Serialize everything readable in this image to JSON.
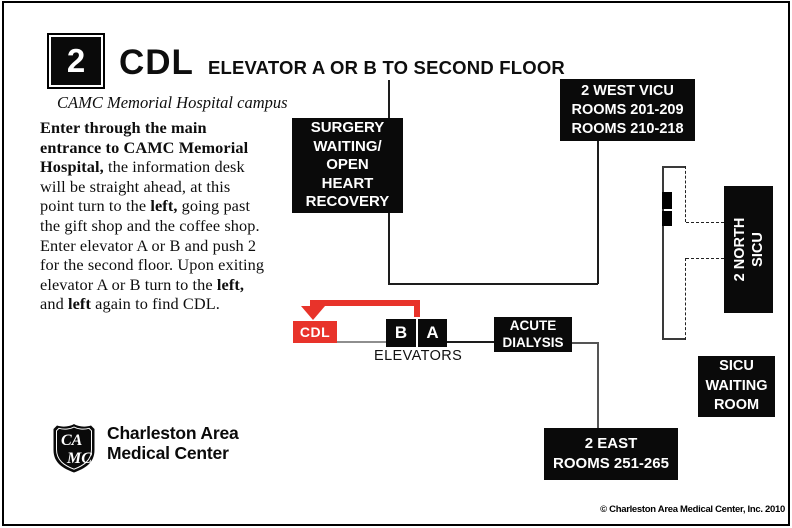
{
  "header": {
    "step_number": "2",
    "title": "CDL",
    "subtitle": "ELEVATOR A OR B TO SECOND FLOOR",
    "campus": "CAMC Memorial Hospital campus"
  },
  "directions": {
    "lines": [
      [
        {
          "t": "Enter through the main",
          "b": true
        }
      ],
      [
        {
          "t": "entrance to CAMC Memorial",
          "b": true
        }
      ],
      [
        {
          "t": "Hospital,",
          "b": true
        },
        {
          "t": " the information desk",
          "b": false
        }
      ],
      [
        {
          "t": "will be straight ahead, at this",
          "b": false
        }
      ],
      [
        {
          "t": "point turn to the ",
          "b": false
        },
        {
          "t": "left,",
          "b": true
        },
        {
          "t": " going past",
          "b": false
        }
      ],
      [
        {
          "t": "the gift shop and the coffee shop.",
          "b": false
        }
      ],
      [
        {
          "t": "Enter elevator A or B and push 2",
          "b": false
        }
      ],
      [
        {
          "t": "for the second floor. Upon exiting",
          "b": false
        }
      ],
      [
        {
          "t": "elevator A or B turn to the ",
          "b": false
        },
        {
          "t": "left,",
          "b": true
        }
      ],
      [
        {
          "t": "and ",
          "b": false
        },
        {
          "t": "left",
          "b": true
        },
        {
          "t": " again to find CDL.",
          "b": false
        }
      ]
    ]
  },
  "map": {
    "surgery_waiting": {
      "lines": [
        "SURGERY",
        "WAITING/",
        "OPEN",
        "HEART",
        "RECOVERY"
      ]
    },
    "west_vicu": {
      "lines": [
        "2 WEST VICU",
        "ROOMS 201-209",
        "ROOMS 210-218"
      ]
    },
    "north_sicu": {
      "lines": [
        "2 NORTH",
        "SICU"
      ]
    },
    "sicu_waiting": {
      "lines": [
        "SICU",
        "WAITING",
        "ROOM"
      ]
    },
    "acute_dialysis": {
      "lines": [
        "ACUTE",
        "DIALYSIS"
      ]
    },
    "east": {
      "lines": [
        "2 EAST",
        "ROOMS 251-265"
      ]
    },
    "elevator_b": "B",
    "elevator_a": "A",
    "cdl": "CDL",
    "elevators_label": "ELEVATORS"
  },
  "logo": {
    "monogram_top": "CA",
    "monogram_bottom": "MC",
    "line1": "Charleston Area",
    "line2": "Medical Center"
  },
  "footer": {
    "copyright": "© Charleston Area Medical Center, Inc. 2010"
  },
  "colors": {
    "accent_red": "#e8332a",
    "box_black": "#0a0a0a"
  }
}
